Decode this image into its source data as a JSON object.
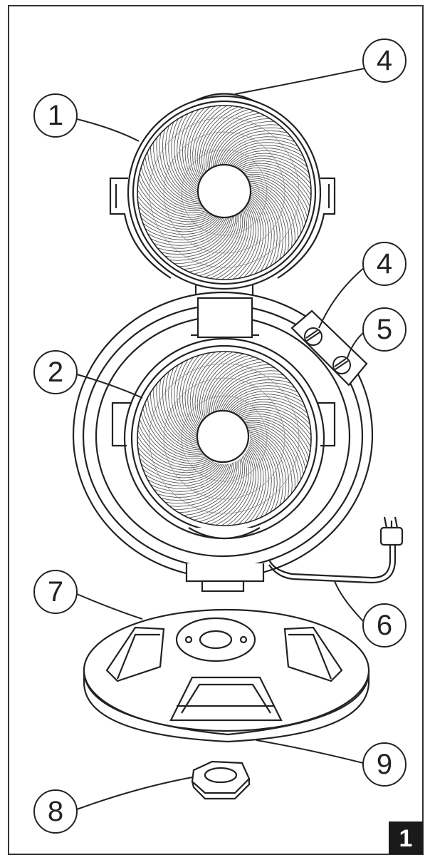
{
  "figure": {
    "number": "1",
    "callouts": [
      {
        "id": "c1",
        "label": "1"
      },
      {
        "id": "c4a",
        "label": "4"
      },
      {
        "id": "c4b",
        "label": "4"
      },
      {
        "id": "c5",
        "label": "5"
      },
      {
        "id": "c2",
        "label": "2"
      },
      {
        "id": "c7",
        "label": "7"
      },
      {
        "id": "c6",
        "label": "6"
      },
      {
        "id": "c9",
        "label": "9"
      },
      {
        "id": "c8",
        "label": "8"
      }
    ]
  }
}
